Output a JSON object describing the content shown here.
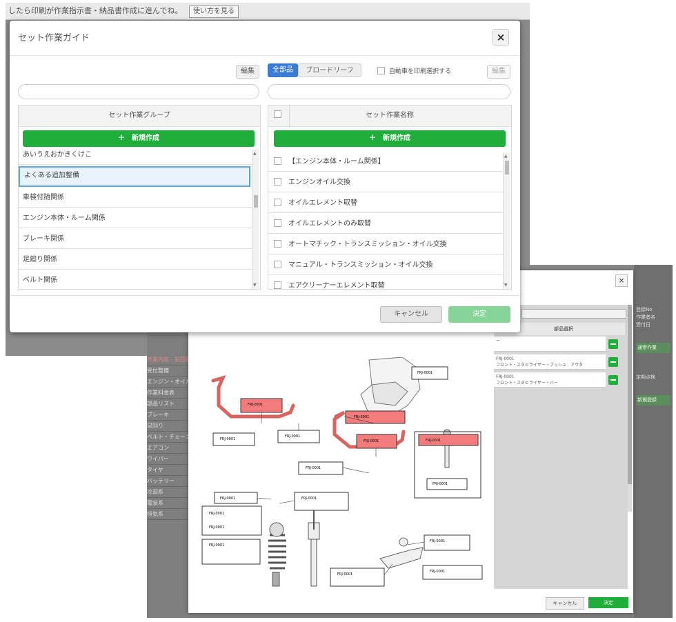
{
  "bg": {
    "top_message": "したら印刷が作業指示書・納品書作成に進んでね。",
    "top_howto": "使い方を見る",
    "list_items": [
      "作業内容 - 前回履歴",
      "受付整備",
      "エンジン・オイル",
      "作業料金表",
      "部品リスト",
      "ブレーキ",
      "足回り",
      "ベルト・チェーン",
      "エアコン",
      "ワイパー",
      "タイヤ",
      "バッテリー",
      "冷却系",
      "電装系",
      "排気系"
    ],
    "right_labels": [
      "登録No",
      "作業者名",
      "受付日",
      "通常作業",
      "定期点検",
      "新規登録"
    ]
  },
  "dialog": {
    "title": "セット作業ガイド",
    "close_label": "×",
    "left": {
      "edit_label": "編集",
      "search_placeholder": "",
      "header": "セット作業グループ",
      "new_label": "＋　新規作成",
      "items": [
        "あいうえおかきくけこ",
        "よくある追加整備",
        "車検付随関係",
        "エンジン本体・ルーム関係",
        "ブレーキ関係",
        "足廻り関係",
        "ベルト関係"
      ]
    },
    "right": {
      "toggle_all": "全部品",
      "toggle_broad": "ブロードリーフ",
      "auto_print_label": "自動車を印刷選択する",
      "edit_label": "編集",
      "search_placeholder": "",
      "header": "セット作業名称",
      "new_label": "＋　新規作成",
      "items": [
        "【エンジン本体・ルーム関係】",
        "エンジンオイル交換",
        "オイルエレメント取替",
        "オイルエレメントのみ取替",
        "オートマチック・トランスミッション・オイル交換",
        "マニュアル・トランスミッション・オイル交換",
        "エアクリーナーエレメント取替"
      ]
    },
    "cancel_label": "キャンセル",
    "ok_label": "決定"
  },
  "dialog2": {
    "close_label": "×",
    "header": "部品選択",
    "rows": [
      {
        "code": "",
        "name": "ー"
      },
      {
        "code": "FRJ-0001",
        "name": "フロント・スタビライザー・ブッシュ　アウタ"
      },
      {
        "code": "FRJ-0001",
        "name": "フロント・スタビライザー・バー"
      }
    ],
    "part_codes": [
      "FRJ-0001",
      "FRJ-0001",
      "FRJ-0001",
      "FRJ-0001",
      "FRJ-0001",
      "FRJ-0001",
      "FRJ-0001",
      "FRJ-0001",
      "FRJ-0001",
      "FRJ-0001",
      "FRJ-0001",
      "FRJ-0001",
      "FRJ-0001",
      "FRJ-0001",
      "FRJ-0001",
      "FRJ-0001",
      "FRJ-0001"
    ],
    "cancel_label": "キャンセル",
    "ok_label": "決定"
  },
  "colors": {
    "accent_green": "#1fae3a",
    "selected_border": "#5aa7e0",
    "toggle_active": "#3a7bd5",
    "highlight_red": "#f27b7b"
  }
}
